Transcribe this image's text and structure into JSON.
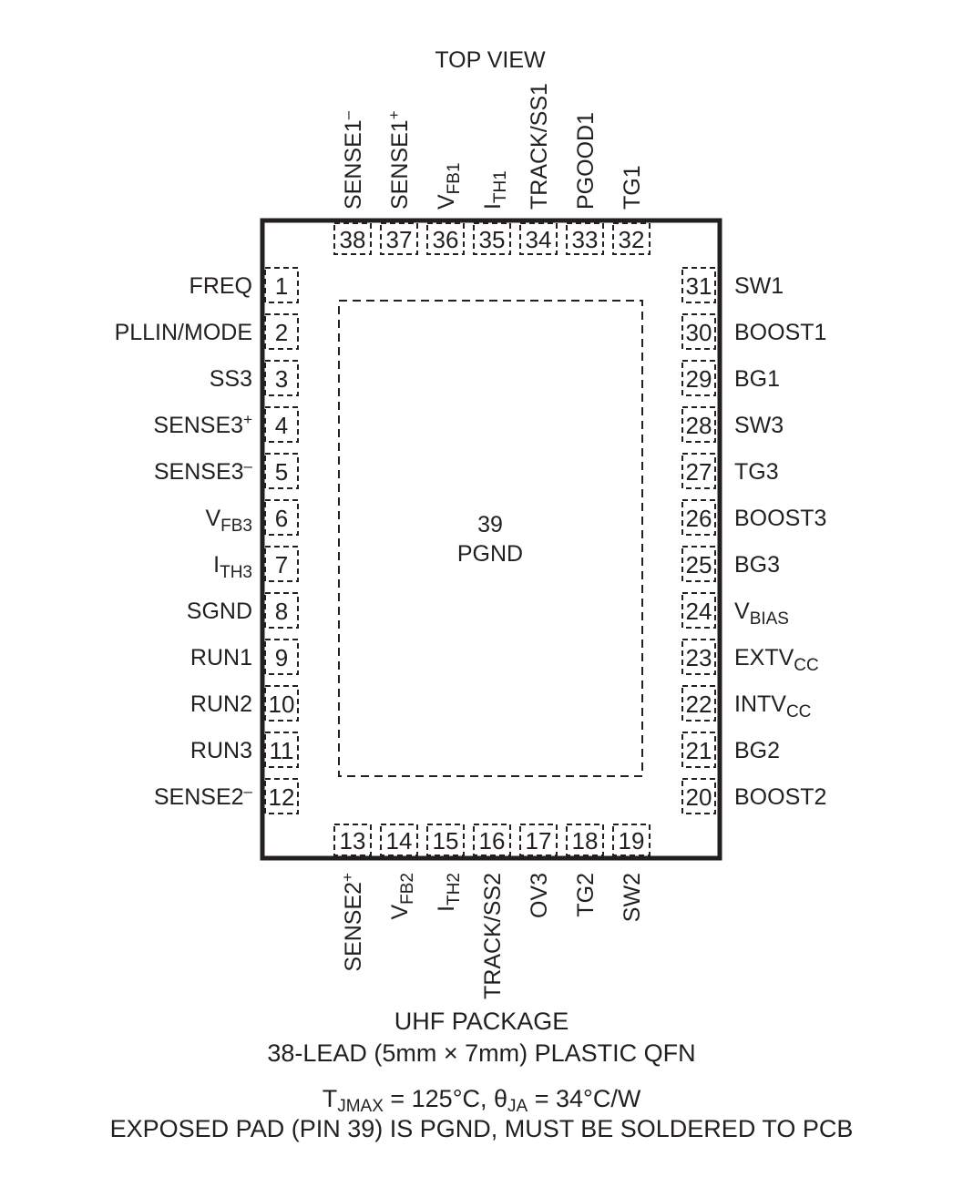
{
  "view_label": "TOP VIEW",
  "exposed_pad": {
    "number": "39",
    "name": "PGND"
  },
  "pins": {
    "left": [
      {
        "n": "1",
        "label": [
          {
            "t": "FREQ"
          }
        ]
      },
      {
        "n": "2",
        "label": [
          {
            "t": "PLLIN/MODE"
          }
        ]
      },
      {
        "n": "3",
        "label": [
          {
            "t": "SS3"
          }
        ]
      },
      {
        "n": "4",
        "label": [
          {
            "t": "SENSE3"
          },
          {
            "t": "+",
            "s": "sup"
          }
        ]
      },
      {
        "n": "5",
        "label": [
          {
            "t": "SENSE3"
          },
          {
            "t": "–",
            "s": "sup"
          }
        ]
      },
      {
        "n": "6",
        "label": [
          {
            "t": "V"
          },
          {
            "t": "FB3",
            "s": "sub"
          }
        ]
      },
      {
        "n": "7",
        "label": [
          {
            "t": "I"
          },
          {
            "t": "TH3",
            "s": "sub"
          }
        ]
      },
      {
        "n": "8",
        "label": [
          {
            "t": "SGND"
          }
        ]
      },
      {
        "n": "9",
        "label": [
          {
            "t": "RUN1"
          }
        ]
      },
      {
        "n": "10",
        "label": [
          {
            "t": "RUN2"
          }
        ]
      },
      {
        "n": "11",
        "label": [
          {
            "t": "RUN3"
          }
        ]
      },
      {
        "n": "12",
        "label": [
          {
            "t": "SENSE2"
          },
          {
            "t": "–",
            "s": "sup"
          }
        ]
      }
    ],
    "right": [
      {
        "n": "31",
        "label": [
          {
            "t": "SW1"
          }
        ]
      },
      {
        "n": "30",
        "label": [
          {
            "t": "BOOST1"
          }
        ]
      },
      {
        "n": "29",
        "label": [
          {
            "t": "BG1"
          }
        ]
      },
      {
        "n": "28",
        "label": [
          {
            "t": "SW3"
          }
        ]
      },
      {
        "n": "27",
        "label": [
          {
            "t": "TG3"
          }
        ]
      },
      {
        "n": "26",
        "label": [
          {
            "t": "BOOST3"
          }
        ]
      },
      {
        "n": "25",
        "label": [
          {
            "t": "BG3"
          }
        ]
      },
      {
        "n": "24",
        "label": [
          {
            "t": "V"
          },
          {
            "t": "BIAS",
            "s": "sub"
          }
        ]
      },
      {
        "n": "23",
        "label": [
          {
            "t": "EXTV"
          },
          {
            "t": "CC",
            "s": "sub"
          }
        ]
      },
      {
        "n": "22",
        "label": [
          {
            "t": "INTV"
          },
          {
            "t": "CC",
            "s": "sub"
          }
        ]
      },
      {
        "n": "21",
        "label": [
          {
            "t": "BG2"
          }
        ]
      },
      {
        "n": "20",
        "label": [
          {
            "t": "BOOST2"
          }
        ]
      }
    ],
    "top": [
      {
        "n": "38",
        "label": [
          {
            "t": "SENSE1"
          },
          {
            "t": "–",
            "s": "sup"
          }
        ]
      },
      {
        "n": "37",
        "label": [
          {
            "t": "SENSE1"
          },
          {
            "t": "+",
            "s": "sup"
          }
        ]
      },
      {
        "n": "36",
        "label": [
          {
            "t": "V"
          },
          {
            "t": "FB1",
            "s": "sub"
          }
        ]
      },
      {
        "n": "35",
        "label": [
          {
            "t": "I"
          },
          {
            "t": "TH1",
            "s": "sub"
          }
        ]
      },
      {
        "n": "34",
        "label": [
          {
            "t": "TRACK/SS1"
          }
        ]
      },
      {
        "n": "33",
        "label": [
          {
            "t": "PGOOD1"
          }
        ]
      },
      {
        "n": "32",
        "label": [
          {
            "t": "TG1"
          }
        ]
      }
    ],
    "bottom": [
      {
        "n": "13",
        "label": [
          {
            "t": "SENSE2"
          },
          {
            "t": "+",
            "s": "sup"
          }
        ]
      },
      {
        "n": "14",
        "label": [
          {
            "t": "V"
          },
          {
            "t": "FB2",
            "s": "sub"
          }
        ]
      },
      {
        "n": "15",
        "label": [
          {
            "t": "I"
          },
          {
            "t": "TH2",
            "s": "sub"
          }
        ]
      },
      {
        "n": "16",
        "label": [
          {
            "t": "TRACK/SS2"
          }
        ]
      },
      {
        "n": "17",
        "label": [
          {
            "t": "OV3"
          }
        ]
      },
      {
        "n": "18",
        "label": [
          {
            "t": "TG2"
          }
        ]
      },
      {
        "n": "19",
        "label": [
          {
            "t": "SW2"
          }
        ]
      }
    ]
  },
  "package": {
    "line1": "UHF PACKAGE",
    "line2": "38-LEAD (5mm × 7mm) PLASTIC QFN"
  },
  "thermal": {
    "tj_symbol": "T",
    "tj_sub": "JMAX",
    "tj_value": " = 125°C, ",
    "theta_symbol": "θ",
    "theta_sub": "JA",
    "theta_value": " = 34°C/W"
  },
  "note": "EXPOSED PAD (PIN 39) IS PGND, MUST BE SOLDERED TO PCB"
}
